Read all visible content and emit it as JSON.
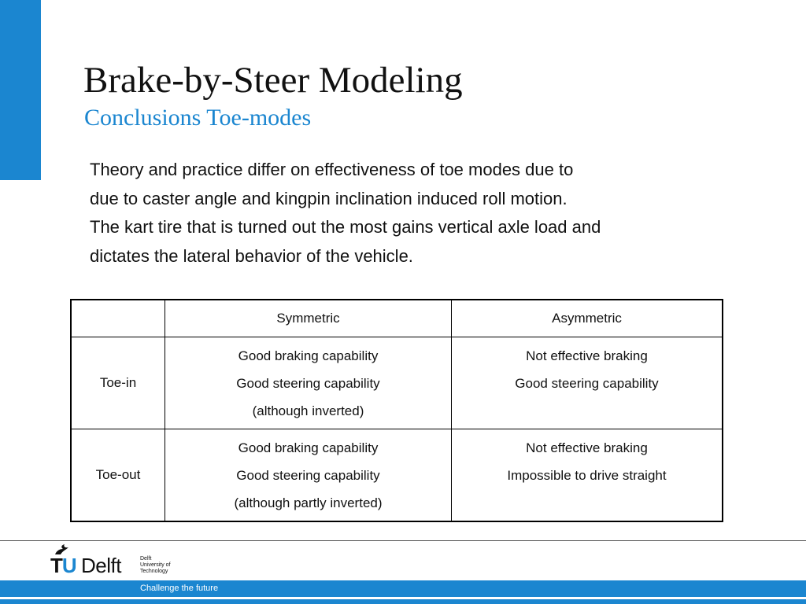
{
  "slide": {
    "title": "Brake-by-Steer Modeling",
    "subtitle": "Conclusions Toe-modes",
    "body_lines": [
      "Theory and practice differ on effectiveness of toe modes due to",
      "due to caster angle and kingpin inclination induced roll motion.",
      "The kart tire that is turned out the most gains vertical axle load and",
      "dictates the lateral behavior of the vehicle."
    ]
  },
  "table": {
    "headers": [
      "",
      "Symmetric",
      "Asymmetric"
    ],
    "rows": [
      {
        "label": "Toe-in",
        "symmetric": [
          "Good braking capability",
          "Good steering capability",
          "(although inverted)"
        ],
        "asymmetric": [
          "Not effective braking",
          "Good steering capability"
        ]
      },
      {
        "label": "Toe-out",
        "symmetric": [
          "Good braking capability",
          "Good steering capability",
          "(although partly inverted)"
        ],
        "asymmetric": [
          "Not effective braking",
          "Impossible to drive straight"
        ]
      }
    ]
  },
  "footer": {
    "logo_tu": "TU",
    "logo_t": "T",
    "logo_u": "U",
    "logo_delft": "Delft",
    "university_lines": [
      "Delft",
      "University of",
      "Technology"
    ],
    "tagline": "Challenge the future"
  },
  "colors": {
    "accent_blue": "#1b86d0",
    "text": "#111111"
  },
  "icons": {
    "logo_mark": "tu-delft-flame-icon"
  }
}
